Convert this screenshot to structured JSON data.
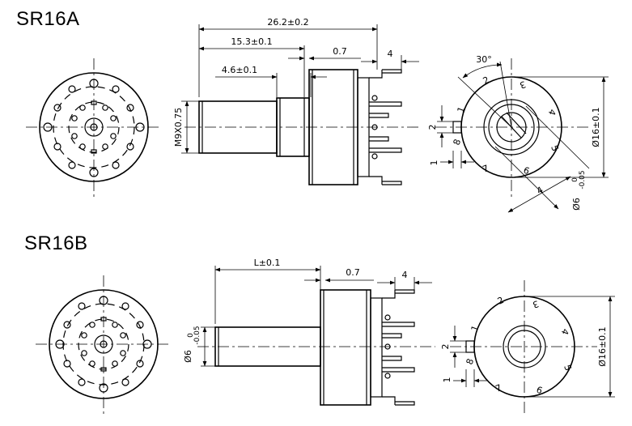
{
  "sr16a": {
    "title": "SR16A",
    "dim_length": "26.2±0.2",
    "dim_body": "15.3±0.1",
    "dim_bush": "4.6±0.1",
    "dim_gap": "0.7",
    "dim_pin": "4",
    "dim_thread": "M9X0.75",
    "dim_angle": "30°",
    "dim_pin_w": "2",
    "dim_pin_t": "1",
    "dim_dia": "Ø16±0.1",
    "dim_shaft": "Ø6",
    "dim_shaft_tol_up": "0",
    "dim_shaft_tol_low": "-0.05",
    "dim_flat": "4",
    "positions": [
      "1",
      "2",
      "3",
      "4",
      "5",
      "6",
      "7",
      "8"
    ]
  },
  "sr16b": {
    "title": "SR16B",
    "dim_length": "L±0.1",
    "dim_gap": "0.7",
    "dim_pin": "4",
    "dim_shaft": "Ø6",
    "dim_shaft_tol_up": "0",
    "dim_shaft_tol_low": "-0.05",
    "dim_pin_w": "2",
    "dim_pin_t": "1",
    "dim_dia": "Ø16±0.1",
    "positions": [
      "1",
      "2",
      "3",
      "4",
      "5",
      "6",
      "7",
      "8"
    ]
  }
}
